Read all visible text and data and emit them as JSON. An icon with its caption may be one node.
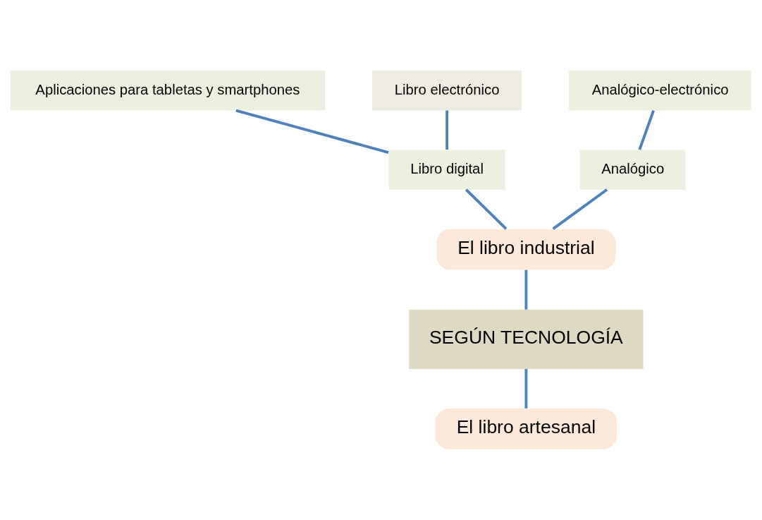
{
  "diagram": {
    "nodes": [
      {
        "text": [
          "Aplicaciones para tabletas y smartphones"
        ]
      },
      {
        "text": [
          "Libro electrónico"
        ]
      },
      {
        "text": [
          "Analógico-electrónico"
        ]
      },
      {
        "text": [
          "Libro digital"
        ]
      },
      {
        "text": [
          "Analógico"
        ]
      },
      {
        "text": [
          "El libro industrial"
        ]
      },
      {
        "text": [
          "SEGÚN TECNOLOGÍA"
        ]
      },
      {
        "text": [
          "El libro artesanal"
        ]
      }
    ],
    "edges": [
      {
        "from": 7,
        "to": 6,
        "arrow": "none"
      },
      {
        "from": 6,
        "to": 5,
        "arrow": "none"
      },
      {
        "from": 5,
        "to": 3,
        "arrow": "none"
      },
      {
        "from": 5,
        "to": 4,
        "arrow": "none"
      },
      {
        "from": 3,
        "to": 1,
        "arrow": "none"
      },
      {
        "from": 3,
        "to": 0,
        "arrow": "none"
      },
      {
        "from": 4,
        "to": 2,
        "arrow": "none"
      }
    ]
  }
}
